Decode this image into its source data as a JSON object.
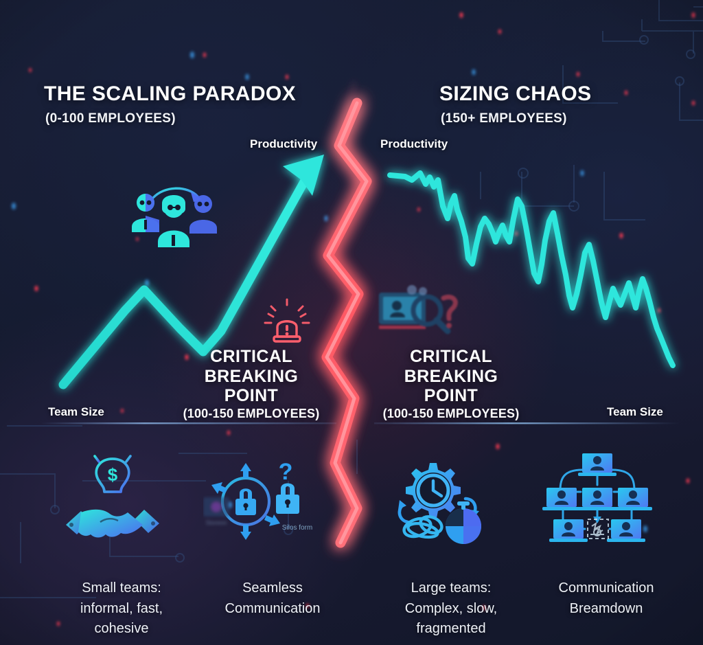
{
  "left_panel": {
    "title": "THE SCALING PARADOX",
    "subtitle": "(0-100 EMPLOYEES)",
    "y_axis_label": "Productivity",
    "x_axis_label": "Team Size",
    "critical": {
      "line1": "CRITICAL",
      "line2": "BREAKING POINT",
      "line3": "(100-150 EMPLOYEES)"
    },
    "captions": [
      "Small teams:\ninformal, fast,\ncohesive",
      "Seamless\nCommunication"
    ]
  },
  "right_panel": {
    "title": "SIZING CHAOS",
    "subtitle": "(150+ EMPLOYEES)",
    "y_axis_label": "Productivity",
    "x_axis_label": "Team Size",
    "critical": {
      "line1": "CRITICAL",
      "line2": "BREAKING POINT",
      "line3": "(100-150 EMPLOYEES)"
    },
    "captions": [
      "Large teams:\nComplex, slow,\nfragmented",
      "Communication\nBreamdown"
    ]
  },
  "icons": {
    "left_chart": "team-people-icon",
    "left_alert": "siren-alert-icon",
    "right_chart": "broken-monitor-icon",
    "bottom": [
      "lightbulb-dollar-handshake-icon",
      "lock-silos-arrows-icon",
      "gear-clock-stopwatch-icon",
      "laptop-network-icon"
    ]
  },
  "colors": {
    "accent_cyan": "#2ee6dc",
    "accent_blue": "#4d6bf0",
    "crack_red": "#ff5f6d",
    "background": "#141a2e",
    "text": "#ffffff"
  },
  "chart_data": [
    {
      "type": "line",
      "title": "THE SCALING PARADOX",
      "subtitle": "(0-100 EMPLOYEES)",
      "xlabel": "Team Size",
      "ylabel": "Productivity",
      "grid": false,
      "legend": "none",
      "series": [
        {
          "name": "Productivity (small teams)",
          "x": [
            0,
            18,
            34,
            48,
            60,
            72,
            86,
            100
          ],
          "values": [
            8,
            42,
            62,
            46,
            38,
            60,
            82,
            100
          ]
        }
      ],
      "xlim": [
        0,
        100
      ],
      "ylim": [
        0,
        100
      ],
      "annotation": "Rising trend arrow — productivity grows with team size"
    },
    {
      "type": "line",
      "title": "SIZING CHAOS",
      "subtitle": "(150+ EMPLOYEES)",
      "xlabel": "Team Size",
      "ylabel": "Productivity",
      "grid": false,
      "legend": "none",
      "series": [
        {
          "name": "Productivity (large teams)",
          "x": [
            0,
            3,
            6,
            9,
            12,
            15,
            18,
            21,
            24,
            27,
            30,
            33,
            36,
            39,
            42,
            45,
            48,
            51,
            54,
            57,
            60,
            63,
            66,
            69,
            72,
            75,
            78,
            81,
            84,
            87,
            90,
            93,
            96,
            100
          ],
          "values": [
            96,
            95,
            93,
            88,
            92,
            90,
            70,
            66,
            76,
            62,
            48,
            58,
            74,
            70,
            66,
            72,
            58,
            86,
            72,
            54,
            50,
            78,
            62,
            44,
            40,
            56,
            66,
            50,
            34,
            46,
            52,
            44,
            50,
            18
          ]
        }
      ],
      "xlim": [
        0,
        100
      ],
      "ylim": [
        0,
        100
      ],
      "annotation": "Volatile declining trend — productivity collapses as team grows"
    }
  ]
}
